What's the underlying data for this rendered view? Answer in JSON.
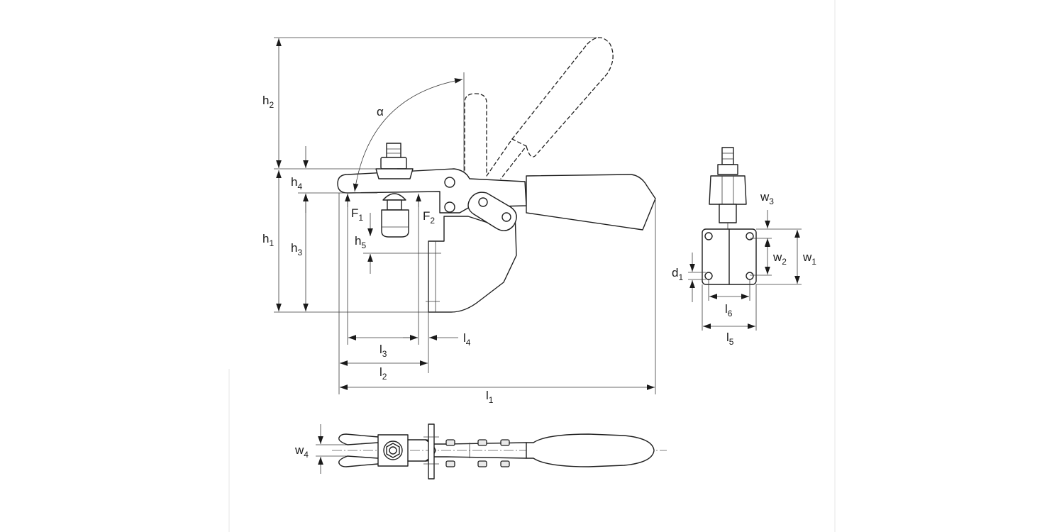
{
  "labels": {
    "h1": {
      "main": "h",
      "sub": "1"
    },
    "h2": {
      "main": "h",
      "sub": "2"
    },
    "h3": {
      "main": "h",
      "sub": "3"
    },
    "h4": {
      "main": "h",
      "sub": "4"
    },
    "h5": {
      "main": "h",
      "sub": "5"
    },
    "l1": {
      "main": "l",
      "sub": "1"
    },
    "l2": {
      "main": "l",
      "sub": "2"
    },
    "l3": {
      "main": "l",
      "sub": "3"
    },
    "l4": {
      "main": "l",
      "sub": "4"
    },
    "l5": {
      "main": "l",
      "sub": "5"
    },
    "l6": {
      "main": "l",
      "sub": "6"
    },
    "w1": {
      "main": "w",
      "sub": "1"
    },
    "w2": {
      "main": "w",
      "sub": "2"
    },
    "w3": {
      "main": "w",
      "sub": "3"
    },
    "w4": {
      "main": "w",
      "sub": "4"
    },
    "d1": {
      "main": "d",
      "sub": "1"
    },
    "F1": {
      "main": "F",
      "sub": "1"
    },
    "F2": {
      "main": "F",
      "sub": "2"
    },
    "alpha": {
      "main": "α"
    }
  }
}
